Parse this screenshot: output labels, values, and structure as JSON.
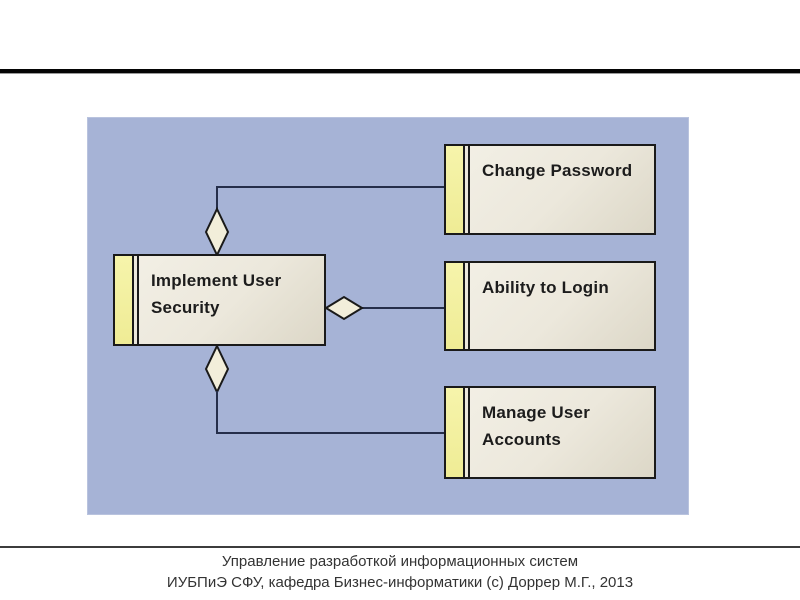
{
  "diagram": {
    "type": "uml-aggregation",
    "boxes": [
      {
        "id": "implement-user-security",
        "label": "Implement User Security"
      },
      {
        "id": "change-password",
        "label": "Change Password"
      },
      {
        "id": "ability-to-login",
        "label": "Ability to Login"
      },
      {
        "id": "manage-user-accounts",
        "label": "Manage User Accounts"
      }
    ],
    "relations": [
      {
        "from": "implement-user-security",
        "to": "change-password",
        "type": "aggregation"
      },
      {
        "from": "implement-user-security",
        "to": "ability-to-login",
        "type": "aggregation"
      },
      {
        "from": "implement-user-security",
        "to": "manage-user-accounts",
        "type": "aggregation"
      }
    ]
  },
  "footer": {
    "line1": "Управление разработкой информационных систем",
    "line2": "ИУБПиЭ СФУ, кафедра Бизнес-информатики (с) Доррер М.Г., 2013"
  },
  "colors": {
    "panel_background": "#a6b3d6",
    "box_fill": "#ece8dc",
    "box_stripe": "#f2f0a0",
    "box_border": "#1a1a1a",
    "connector": "#252e4a",
    "diamond_fill": "#f2eeda",
    "footer_text": "#333333"
  }
}
